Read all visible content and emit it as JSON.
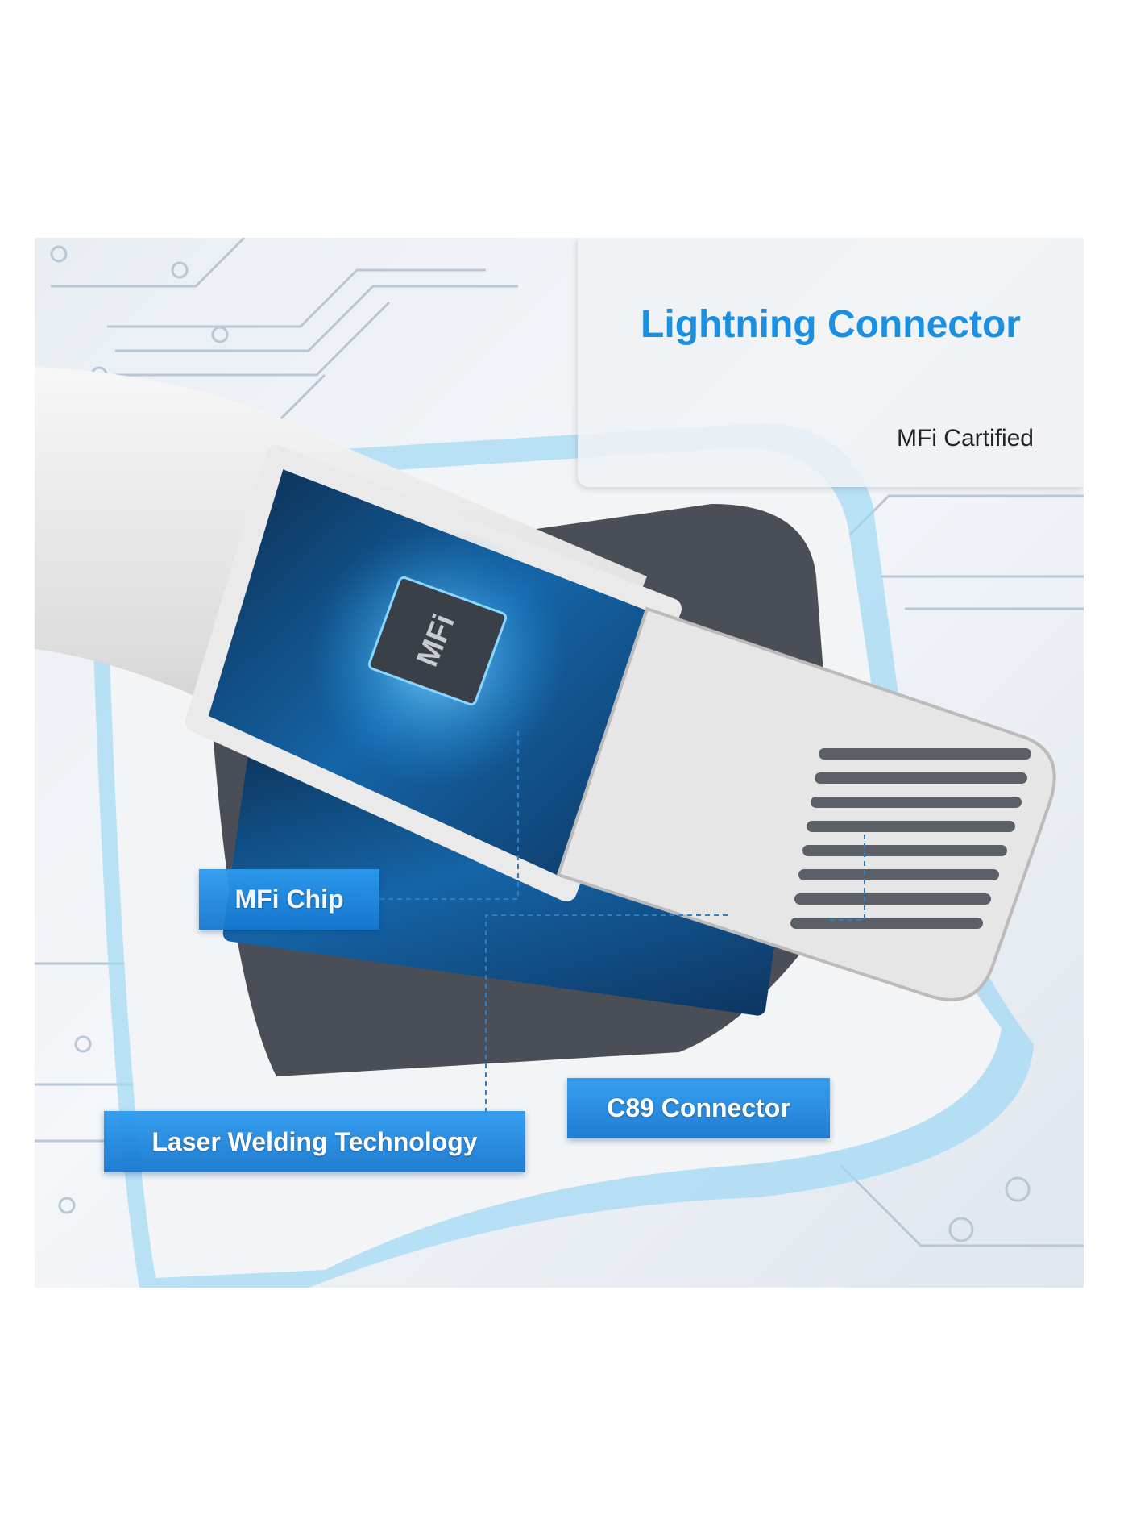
{
  "panel": {
    "title": "Lightning Connector",
    "subtitle": "MFi Cartified"
  },
  "chip_marking": "MFi",
  "callouts": {
    "mfi_chip": "MFi Chip",
    "laser_welding": "Laser Welding Technology",
    "c89_connector": "C89 Connector"
  },
  "colors": {
    "accent": "#1b8fe2",
    "callout": "#1f86db"
  }
}
